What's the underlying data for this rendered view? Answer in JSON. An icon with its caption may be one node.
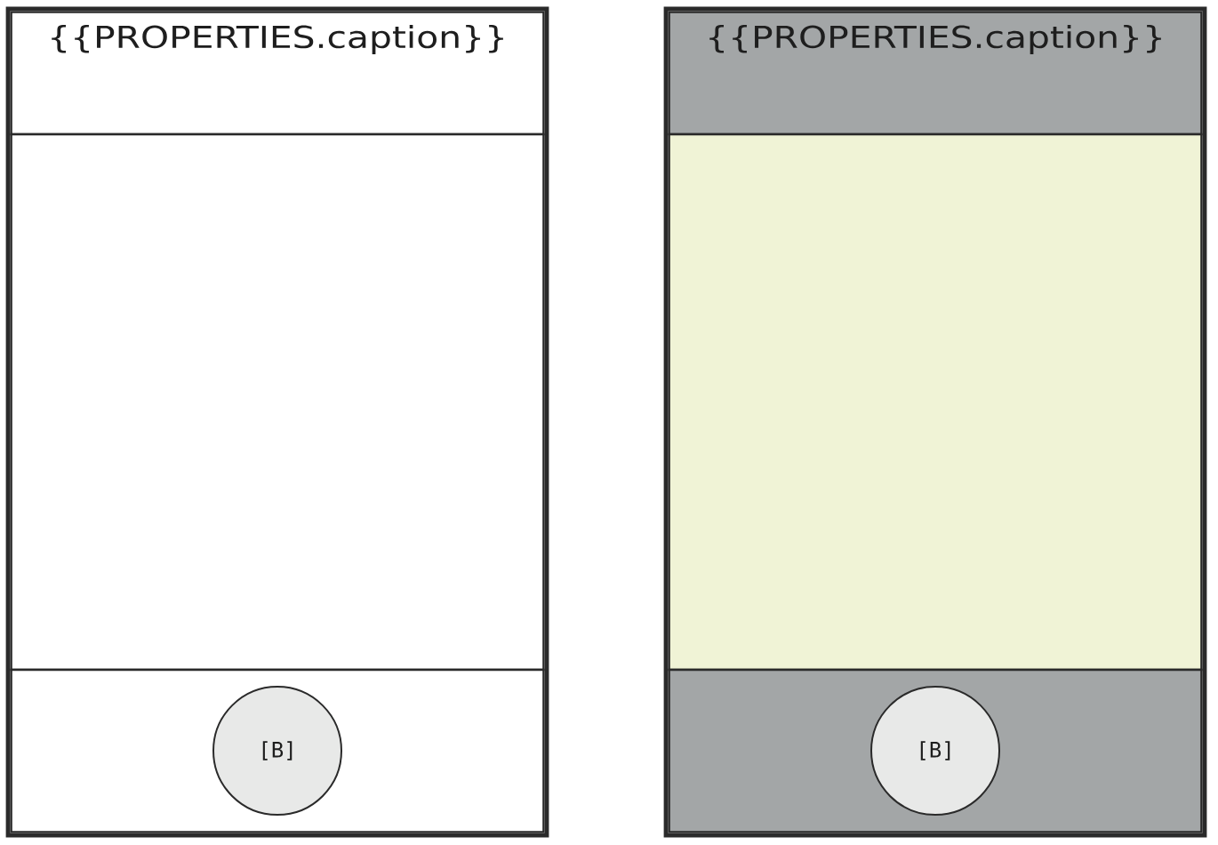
{
  "diagram": {
    "nodes": [
      {
        "text": [],
        "shape": "box"
      },
      {
        "text": [
          "{{PROPERTIES.caption}}"
        ],
        "in": 0
      },
      {
        "text": [],
        "shape": "box",
        "in": 0
      },
      {
        "text": [],
        "shape": "box",
        "in": 0
      },
      {
        "text": [
          "[B]"
        ],
        "in": 3
      },
      {
        "text": [],
        "shape": "box"
      },
      {
        "text": [
          "{{PROPERTIES.caption}}"
        ],
        "in": 5
      },
      {
        "text": [],
        "shape": "box",
        "in": 5
      },
      {
        "text": [],
        "shape": "box",
        "in": 5
      },
      {
        "text": [
          "[B]"
        ],
        "in": 8
      }
    ]
  }
}
